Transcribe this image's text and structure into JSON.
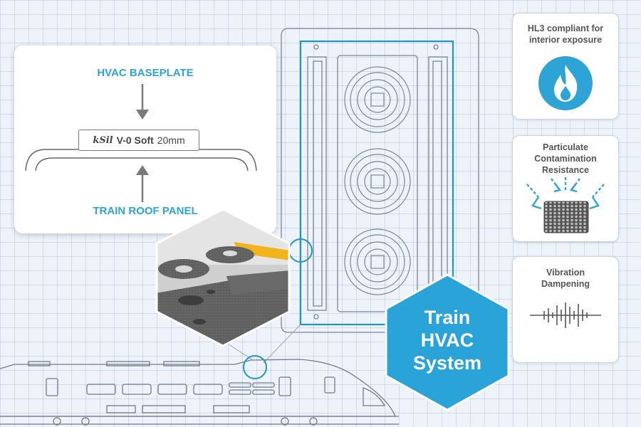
{
  "diagram": {
    "top_label": "HVAC BASEPLATE",
    "bottom_label": "TRAIN ROOF PANEL",
    "product": {
      "brand": "kSil",
      "model": "V-0 Soft",
      "thickness": "20mm"
    }
  },
  "features": [
    {
      "title_lines": [
        "HL3 compliant for",
        "interior exposure"
      ],
      "icon": "flame-icon"
    },
    {
      "title_lines": [
        "Particulate",
        "Contamination",
        "Resistance"
      ],
      "icon": "particulate-icon"
    },
    {
      "title_lines": [
        "Vibration",
        "Dampening"
      ],
      "icon": "waveform-icon"
    }
  ],
  "badge": {
    "lines": [
      "Train",
      "HVAC",
      "System"
    ]
  },
  "colors": {
    "accent": "#2ea3d6",
    "highlight": "#1e95cc",
    "badge": "#2aa3d8",
    "foam": "#5e5e5e",
    "marker": "#f2b418"
  }
}
